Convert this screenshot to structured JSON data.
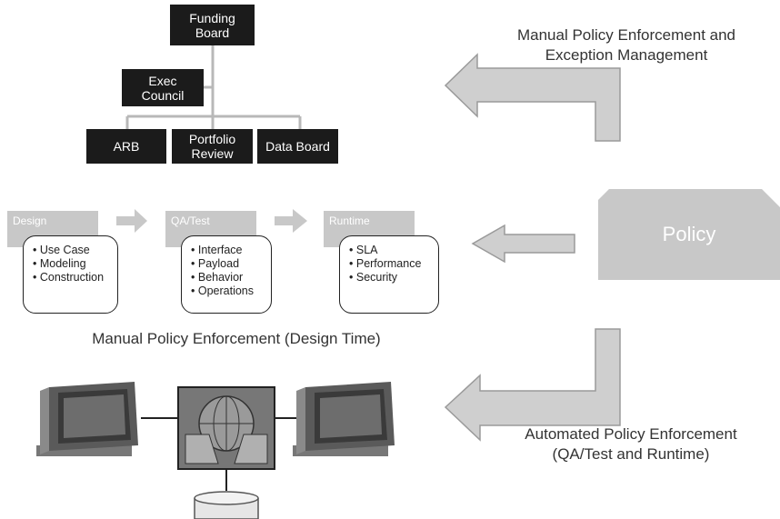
{
  "org_chart": {
    "funding_board": "Funding\nBoard",
    "exec_council": "Exec\nCouncil",
    "arb": "ARB",
    "portfolio_review": "Portfolio\nReview",
    "data_board": "Data Board"
  },
  "captions": {
    "manual_exception": "Manual Policy Enforcement and\nException Management",
    "manual_design_time": "Manual Policy Enforcement (Design Time)",
    "automated": "Automated Policy Enforcement\n(QA/Test and Runtime)"
  },
  "policy_label": "Policy",
  "stages": [
    {
      "label": "Design",
      "items": [
        "Use Case",
        "Modeling",
        "Construction"
      ]
    },
    {
      "label": "QA/Test",
      "items": [
        "Interface",
        "Payload",
        "Behavior",
        "Operations"
      ]
    },
    {
      "label": "Runtime",
      "items": [
        "SLA",
        "Performance",
        "Security"
      ]
    }
  ],
  "colors": {
    "arrow_fill": "#cfcfcf",
    "arrow_stroke": "#9a9a9a",
    "org_box": "#1b1b1b",
    "policy_fill": "#c8c8c8"
  },
  "icons": [
    "computer-terminal-icon",
    "network-gateway-icon",
    "database-icon"
  ]
}
